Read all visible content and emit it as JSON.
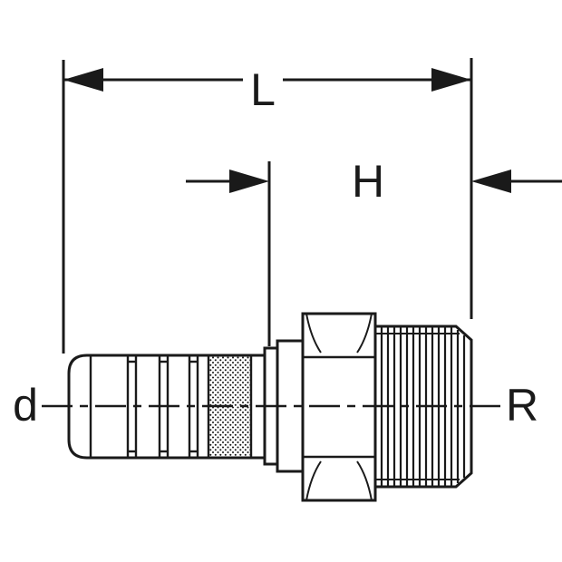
{
  "drawing": {
    "type": "technical-dimension-drawing",
    "colors": {
      "ink": "#1a1a1a",
      "background": "#ffffff"
    },
    "labels": {
      "L": "L",
      "H": "H",
      "d": "d",
      "R": "R"
    }
  }
}
